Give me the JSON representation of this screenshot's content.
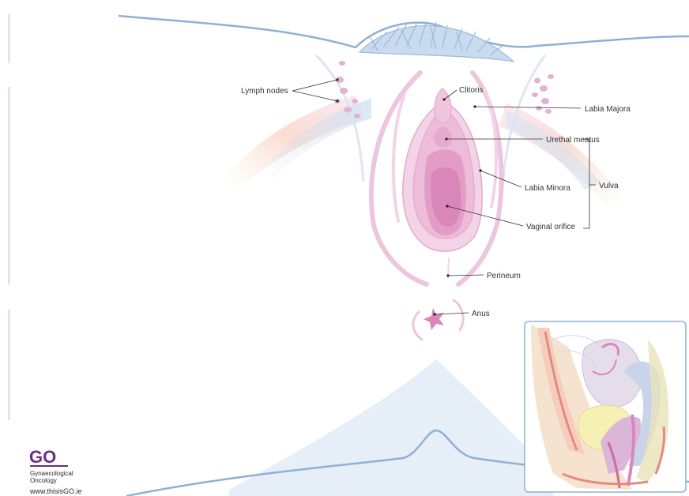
{
  "labels": {
    "lymph_nodes": "Lymph nodes",
    "clitoris": "Clitoris",
    "labia_majora": "Labia Majora",
    "urethral_meatus": "Urethal meatus",
    "vulva": "Vulva",
    "labia_minora": "Labia Minora",
    "vaginal_orifice": "Vaginal orifice",
    "perineum": "Perineum",
    "anus": "Anus"
  },
  "logo": {
    "mark": "GO",
    "line1": "Gynaecological",
    "line2": "Oncology",
    "url": "www.thisisGO.ie"
  },
  "colors": {
    "outline_blue": "#8fb0d6",
    "pale_blue": "#dbe7f3",
    "pink_light": "#f3d3e6",
    "pink_mid": "#e7a9cc",
    "pink_dark": "#d887b8",
    "logo_purple": "#6b2c84"
  }
}
